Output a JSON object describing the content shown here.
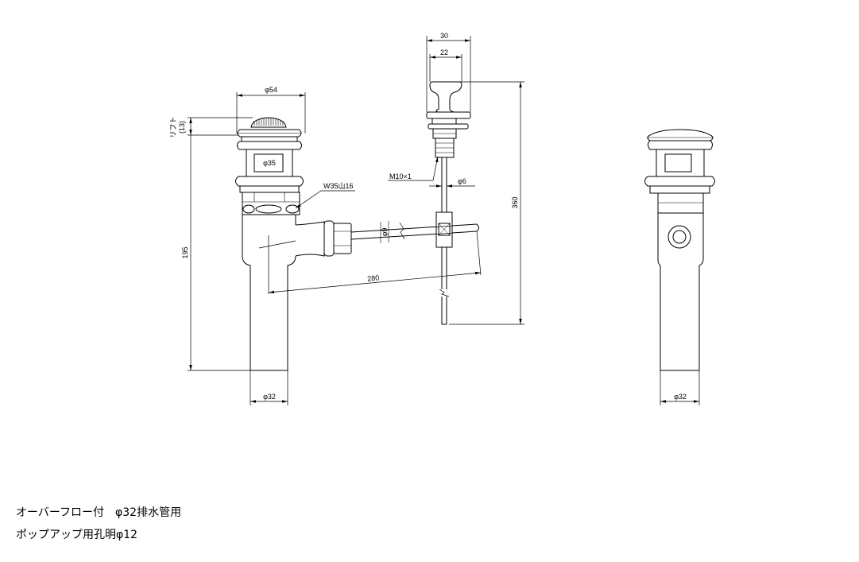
{
  "drawing": {
    "front_view": {
      "dim_phi54": "φ54",
      "lift_label": "リフト",
      "lift_value": "(13)",
      "dim_phi35": "φ35",
      "thread_label": "W35山16",
      "dim_195": "195",
      "dim_280": "280",
      "dim_phi32": "φ32"
    },
    "popup_rod": {
      "dim_30": "30",
      "dim_22": "22",
      "rod_thread": "M10×1",
      "rod_diameter": "φ6",
      "link_diameter": "φ9",
      "dim_360": "360"
    },
    "side_view": {
      "dim_phi32": "φ32"
    }
  },
  "captions": {
    "line1": "オーバーフロー付　φ32排水管用",
    "line2": "ポップアップ用孔明φ12"
  }
}
